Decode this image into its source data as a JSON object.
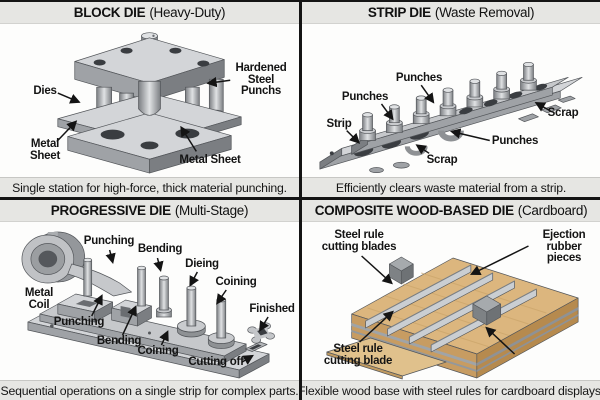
{
  "colors": {
    "panel_band": "#e6e6e3",
    "divider": "#141414",
    "canvas": "#fdfdfc",
    "text": "#111111",
    "metal_light": "#d3d5d8",
    "metal_mid": "#9fa2a6",
    "metal_dark": "#7b7e82",
    "hole": "#3a3d41",
    "wood_top": "#dcb67e",
    "wood_front": "#c79c62",
    "wood_side": "#b68a4e",
    "steel_rule": "#caced2",
    "rubber": "#8e9295"
  },
  "quadrants": {
    "block_die": {
      "title": "BLOCK DIE",
      "subtitle": "(Heavy-Duty)",
      "caption": "Single station for high-force, thick material punching.",
      "labels": {
        "dies": "Dies",
        "hardened_punches": "Hardened\nSteel Punchs",
        "metal_sheet_left": "Metal\nSheet",
        "metal_sheet_bottom": "Metal Sheet"
      }
    },
    "strip_die": {
      "title": "STRIP DIE",
      "subtitle": "(Waste Removal)",
      "caption": "Efficiently clears waste material from a strip.",
      "labels": {
        "punches_top": "Punches",
        "punches_left": "Punches",
        "strip": "Strip",
        "scrap_right": "Scrap",
        "punches_bottom": "Punches",
        "scrap_bottom": "Scrap"
      }
    },
    "progressive_die": {
      "title": "PROGRESSIVE DIE",
      "subtitle": "(Multi-Stage)",
      "caption": "Sequential operations on a single strip for complex parts.",
      "labels": {
        "punching_top": "Punching",
        "bending_top": "Bending",
        "dieing": "Dieing",
        "coining_top": "Coining",
        "metal_coil": "Metal\nCoil",
        "punching_bottom": "Punching",
        "bending_bottom": "Bending",
        "coining_bottom": "Coining",
        "cutting_off": "Cutting off",
        "finished": "Finished"
      }
    },
    "composite_die": {
      "title": "COMPOSITE WOOD-BASED DIE",
      "subtitle": "(Cardboard)",
      "caption": "Flexible wood base with steel rules for cardboard displays.",
      "labels": {
        "steel_rule_top": "Steel rule\ncutting blades",
        "ejection": "Ejection\nrubber pieces",
        "steel_rule_bottom": "Steel rule\ncutting blade"
      }
    }
  }
}
